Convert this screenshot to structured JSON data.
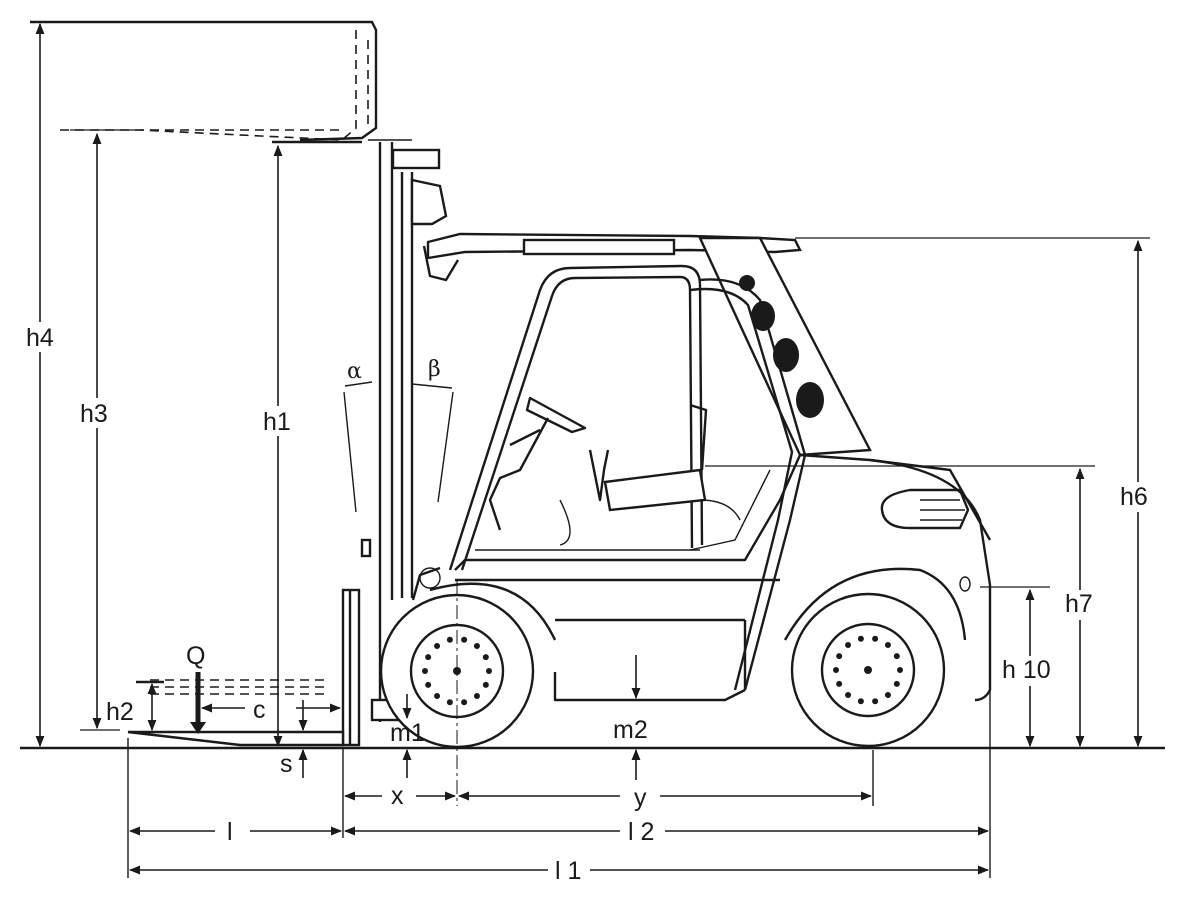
{
  "labels": {
    "h4": "h4",
    "h3": "h3",
    "h1": "h1",
    "h2": "h2",
    "h6": "h6",
    "h7": "h7",
    "h10": "h 10",
    "alpha": "α",
    "beta": "β",
    "Q": "Q",
    "c": "c",
    "s": "s",
    "m1": "m1",
    "m2": "m2",
    "x": "x",
    "y": "y",
    "l": "l",
    "l2": "l 2",
    "l1": "l 1"
  }
}
